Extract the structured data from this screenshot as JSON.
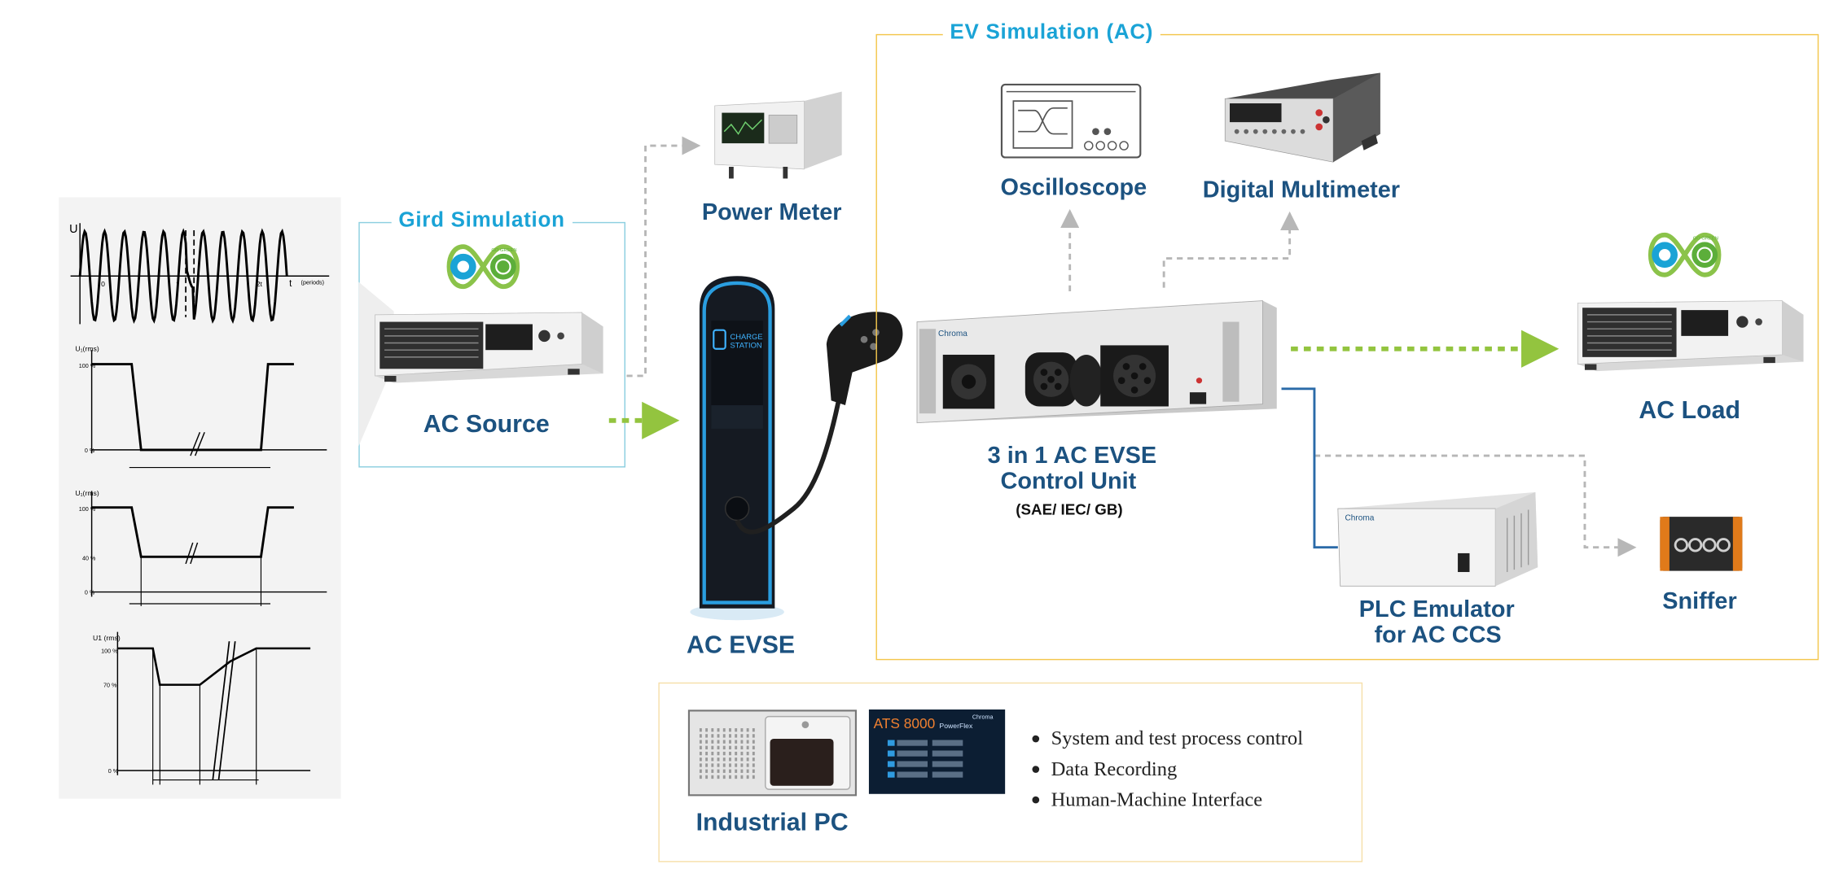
{
  "frames": {
    "grid_simulation": "Gird Simulation",
    "ev_simulation": "EV Simulation (AC)"
  },
  "devices": {
    "ac_source": "AC Source",
    "power_meter": "Power Meter",
    "ac_evse": "AC EVSE",
    "oscilloscope": "Oscilloscope",
    "digital_multimeter": "Digital Multimeter",
    "control_unit": {
      "line1": "3 in 1 AC EVSE",
      "line2": "Control Unit",
      "standards": "(SAE/ IEC/ GB)"
    },
    "ac_load": "AC Load",
    "plc_emulator": {
      "line1": "PLC Emulator",
      "line2": "for AC CCS"
    },
    "sniffer": "Sniffer",
    "industrial_pc": "Industrial PC"
  },
  "charger_screen": {
    "line1": "CHARGE",
    "line2": "STATION"
  },
  "brand": "Chroma",
  "software": {
    "name": "ATS 8000",
    "tagline": "PowerFlex"
  },
  "go_green": "GO GREEN",
  "pc_features": [
    "System and test process control",
    "Data Recording",
    "Human-Machine Interface"
  ],
  "waveform_labels": {
    "u": "U",
    "t": "t",
    "periods": "(periods)",
    "urms1": "U₁(rms)",
    "urms2": "U₁(rms)",
    "urms3": "U1 (rms)",
    "p100": "100 %",
    "p0": "0 %",
    "p40": "40 %",
    "p70": "70 %",
    "tick_0": "0",
    "tick_t": "t",
    "tick_2t": "2t"
  },
  "colors": {
    "label_blue": "#1c5280",
    "grid_frame": "#8ccfe0",
    "grid_title": "#1aa3d6",
    "ev_frame": "#f3c64c",
    "pc_frame": "#f6dfaa",
    "green_arrow": "#93c43f",
    "gray_arrow": "#b7b7b7",
    "wire_blue": "#2a6aa8"
  }
}
